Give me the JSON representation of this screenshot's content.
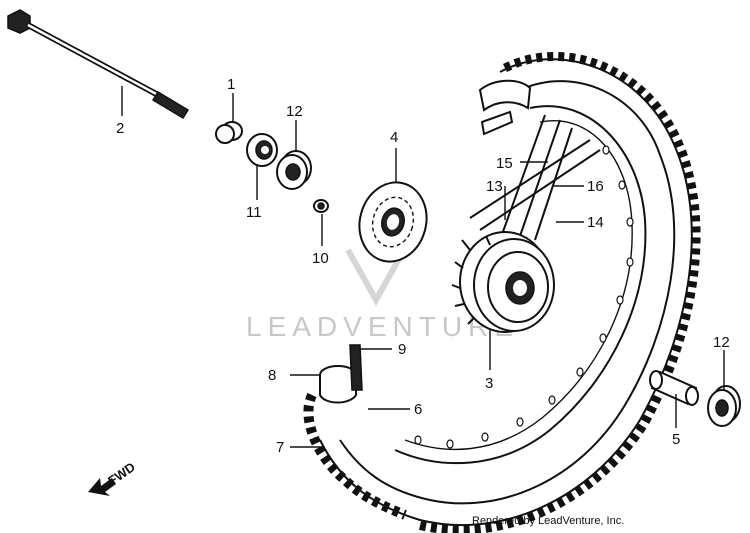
{
  "watermark": "LEADVENTURE",
  "credit": "Rendered by LeadVenture, Inc.",
  "fwd_label": "FWD",
  "callouts": [
    "1",
    "2",
    "12",
    "11",
    "10",
    "4",
    "15",
    "13",
    "16",
    "14",
    "9",
    "8",
    "6",
    "7",
    "3",
    "12",
    "5"
  ]
}
